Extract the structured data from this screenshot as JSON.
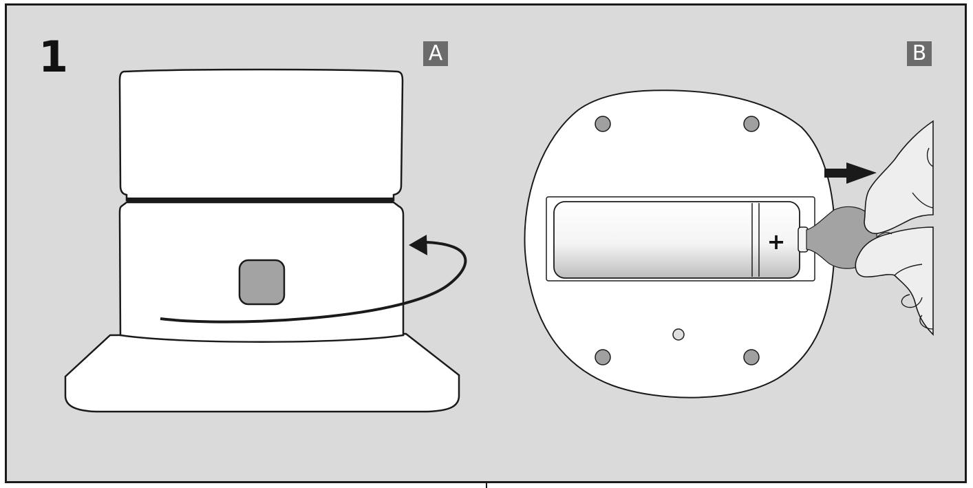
{
  "step": {
    "number": "1"
  },
  "panels": [
    {
      "label": "A"
    },
    {
      "label": "B"
    }
  ],
  "battery": {
    "polarity_mark": "+"
  },
  "colors": {
    "background": "#dadada",
    "outline": "#1a1a1a",
    "device_fill": "#ffffff",
    "button_fill": "#a3a3a3",
    "label_fill": "#6b6b6b",
    "screw_fill": "#a0a0a0"
  }
}
